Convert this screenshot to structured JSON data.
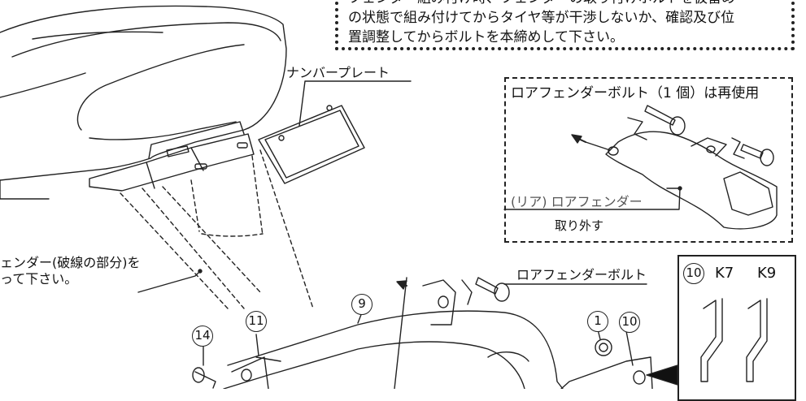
{
  "note": {
    "line1": "フェンダー組み付け時、フェンダーの取り付けボルトを仮留め",
    "line2": "の状態で組み付けてからタイヤ等が干渉しないか、確認及び位",
    "line3": "置調整してからボルトを本締めして下さい。"
  },
  "labels": {
    "number_plate": "ナンバープレート",
    "cut_fender_1": "ェンダー(破線の部分)を",
    "cut_fender_2": "って下さい。",
    "lower_fender_bolt": "ロアフェンダーボルト"
  },
  "detail": {
    "title": "ロアフェンダーボルト（1 個）は再使用",
    "part_name": "(リア) ロアフェンダー",
    "remove_label": "取り外す"
  },
  "parts": {
    "p1": "1",
    "p9": "9",
    "p10": "10",
    "p11": "11",
    "p14": "14"
  },
  "variant_box": {
    "part": "10",
    "k7": "K7",
    "k9": "K9"
  }
}
